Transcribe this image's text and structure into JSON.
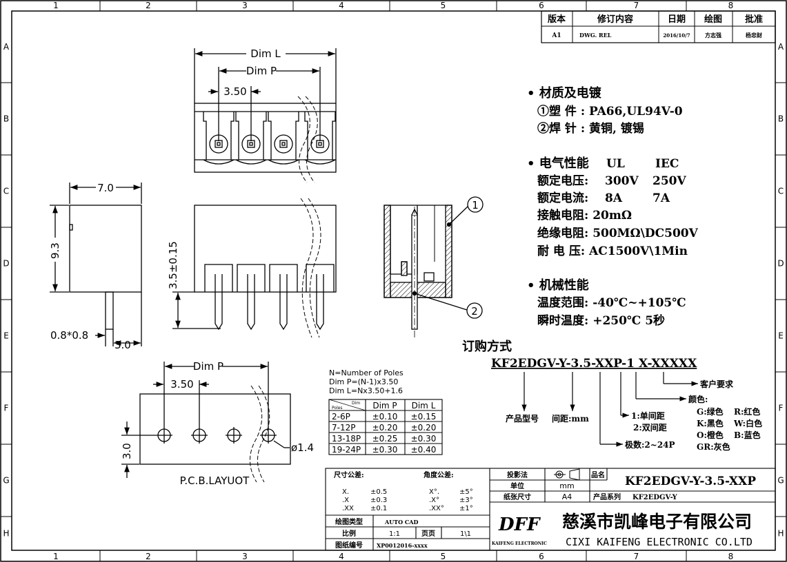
{
  "border": {
    "cols": [
      "1",
      "2",
      "3",
      "4",
      "5",
      "6",
      "7",
      "8"
    ],
    "rows": [
      "A",
      "B",
      "C",
      "D",
      "E",
      "F",
      "G",
      "H"
    ]
  },
  "revision": {
    "headers": [
      "版本",
      "修订内容",
      "日期",
      "绘图",
      "批准"
    ],
    "row": [
      "A1",
      "DWG. REL",
      "2016/10/7",
      "方志强",
      "杨忠财"
    ]
  },
  "views": {
    "dim_L": "Dim L",
    "dim_P_top": "Dim P",
    "pitch_top": "3.50",
    "width_side": "7.0",
    "height_side": "9.3",
    "pin_size": "0.8*0.8",
    "pin_offset": "3.0",
    "height_front": "3.5±0.15",
    "callout1": "1",
    "callout2": "2",
    "dim_P_pcb": "Dim P",
    "pitch_pcb": "3.50",
    "pcb_height": "3.0",
    "hole_dia": "ø1.4",
    "pcb_label": "P.C.B.LAYUOT"
  },
  "specs": {
    "material_title": "• 材质及电镀",
    "material_1": "①塑 件 : PA66,UL94V-0",
    "material_2": "②焊 针 : 黄铜, 镀锡",
    "elec_title": "• 电气性能",
    "elec_ul": "UL",
    "elec_iec": "IEC",
    "rated_v_label": "额定电压:",
    "rated_v_ul": "300V",
    "rated_v_iec": "250V",
    "rated_i_label": "额定电流:",
    "rated_i_ul": "8A",
    "rated_i_iec": "7A",
    "contact_r": "接触电阻: 20mΩ",
    "insul_r": "绝缘电阻: 500MΩ\\DC500V",
    "withstand_v": "耐 电 压: AC1500V\\1Min",
    "mech_title": "• 机械性能",
    "temp_range": "温度范围: -40℃~+105℃",
    "instant_temp": "瞬时温度: +250℃ 5秒"
  },
  "ordering": {
    "title": "订购方式",
    "code": "KF2EDGV-Y-3.5-XXP-1 X-XXXXX",
    "customer": "客户要求",
    "color": "颜色:",
    "colors": [
      "G:绿色",
      "R:红色",
      "K:黑色",
      "W:白色",
      "O:橙色",
      "B:蓝色",
      "GR:灰色"
    ],
    "spacing_1": "1:单间距",
    "spacing_2": "2:双间距",
    "poles": "极数:2~24P",
    "product_no": "产品型号",
    "pitch": "间距:mm"
  },
  "formula": {
    "line1": "N=Number of Poles",
    "line2": "Dim P=(N-1)x3.50",
    "line3": "Dim L=Nx3.50+1.6"
  },
  "tol_table": {
    "corner_top": "Dim",
    "corner_bottom": "Poles",
    "headers": [
      "Dim P",
      "Dim L"
    ],
    "rows": [
      [
        "2-6P",
        "±0.10",
        "±0.15"
      ],
      [
        "7-12P",
        "±0.20",
        "±0.20"
      ],
      [
        "13-18P",
        "±0.25",
        "±0.30"
      ],
      [
        "19-24P",
        "±0.30",
        "±0.40"
      ]
    ]
  },
  "title_block": {
    "size_tol": "尺寸公差:",
    "angle_tol": "角度公差:",
    "lin": [
      [
        "X.",
        "±0.5"
      ],
      [
        ".X",
        "±0.3"
      ],
      [
        ".XX",
        "±0.1"
      ]
    ],
    "ang": [
      [
        "X°.",
        "±5°"
      ],
      [
        ".X°",
        "±3°"
      ],
      [
        ".XX°",
        "±1°"
      ]
    ],
    "drawing_tool_label": "绘图类型",
    "drawing_tool": "AUTO CAD",
    "scale_label": "比例",
    "scale": "1:1",
    "page_label": "页页",
    "page": "1\\1",
    "drawing_no_label": "图纸编号",
    "drawing_no": "XP0012016-xxxx",
    "projection_label": "投影法",
    "unit_label": "单位",
    "unit": "mm",
    "paper_label": "纸张尺寸",
    "paper": "A4",
    "name_label": "品名",
    "name": "KF2EDGV-Y-3.5-XXP",
    "series_label": "产品系列",
    "series": "KF2EDGV-Y",
    "logo": "DFF",
    "company_cn": "慈溪市凯峰电子有限公司",
    "company_en": "CIXI KAIFENG ELECTRONIC CO.LTD",
    "logo_sub": "KAIFENG ELECTRONIC"
  }
}
